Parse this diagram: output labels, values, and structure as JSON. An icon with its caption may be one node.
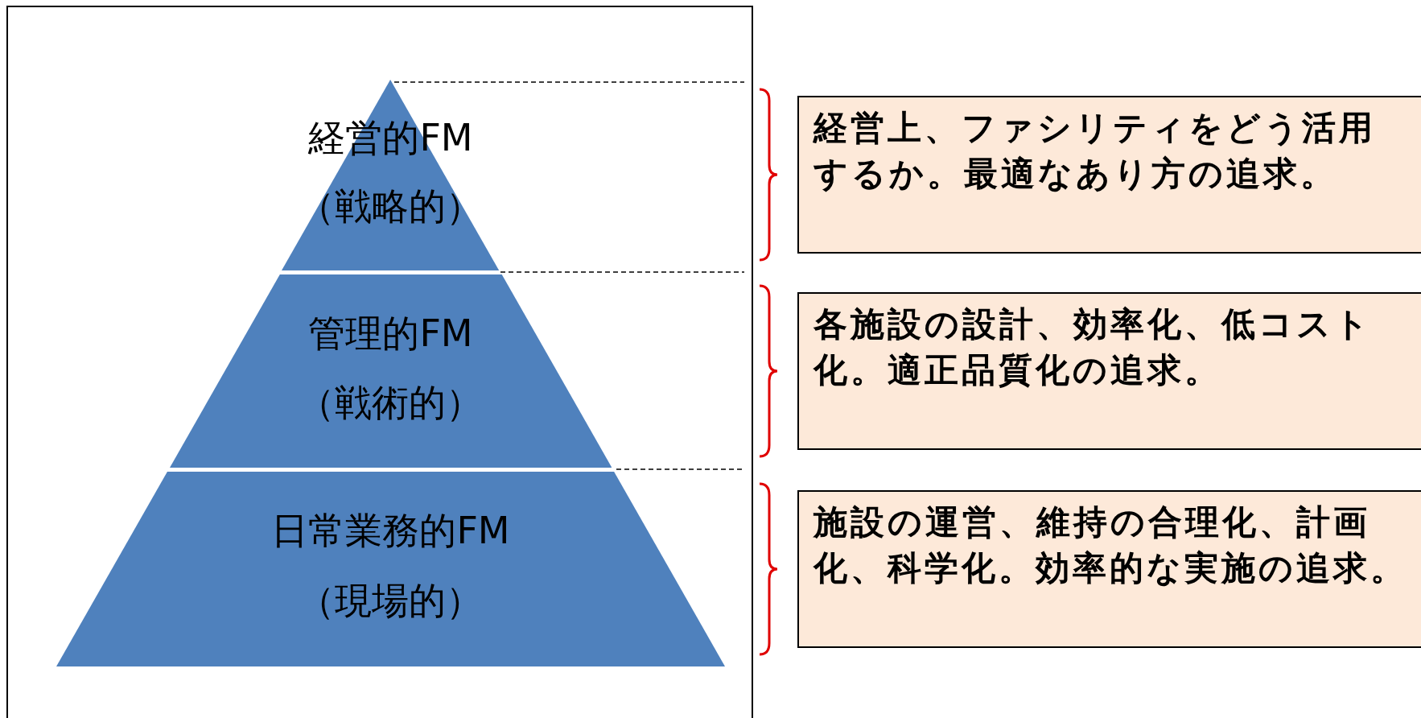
{
  "diagram": {
    "nodes": [
      {
        "text": [
          "経営的FM",
          "（戦略的）"
        ]
      },
      {
        "text": [
          "管理的FM",
          "（戦術的）"
        ]
      },
      {
        "text": [
          "日常業務的FM",
          "（現場的）"
        ]
      },
      {
        "text": [
          "経営上、ファシリティをどう活用するか。最適なあり方の追求。"
        ]
      },
      {
        "text": [
          "各施設の設計、効率化、低コスト化。適正品質化の追求。"
        ]
      },
      {
        "text": [
          "施設の運営、維持の合理化、計画化、科学化。効率的な実施の追求。"
        ]
      }
    ],
    "edges": []
  }
}
